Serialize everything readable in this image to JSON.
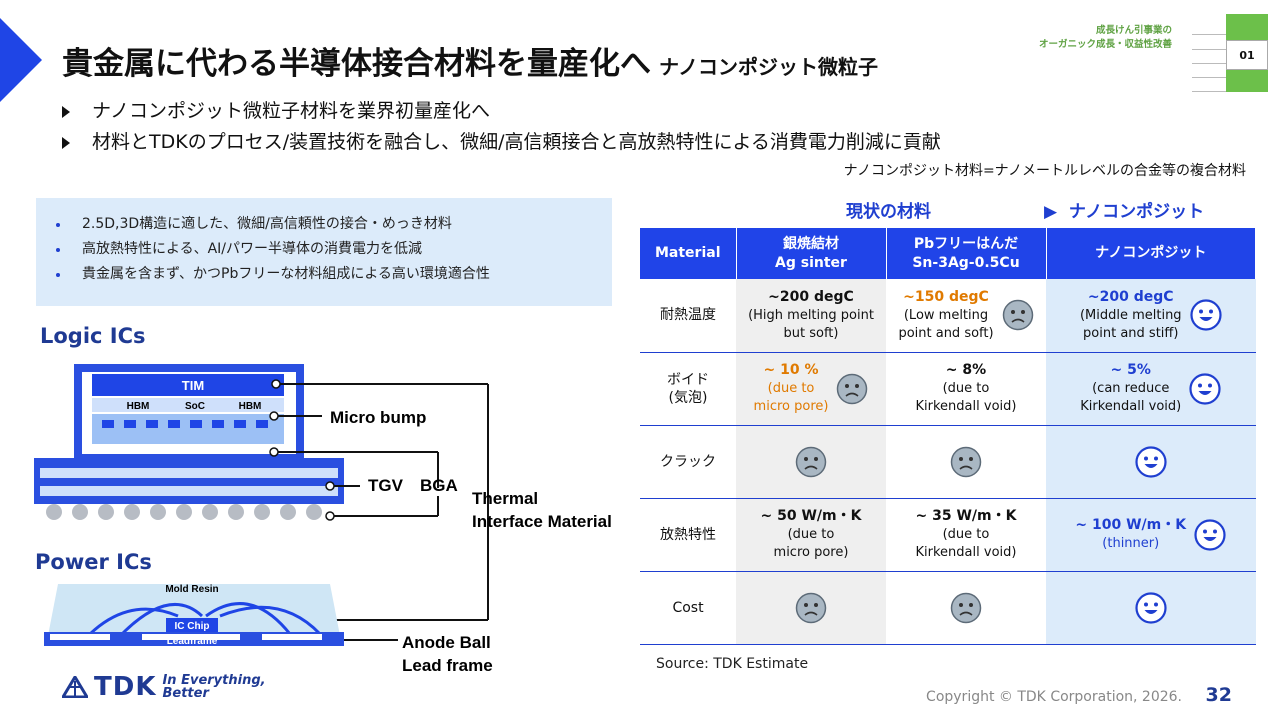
{
  "header": {
    "title": "貴金属に代わる半導体接合材料を量産化へ",
    "subtitle": "ナノコンポジット微粒子",
    "tag_line1": "成長けん引事業の",
    "tag_line2": "オーガニック成長・収益性改善",
    "chapter": "01"
  },
  "bullets": [
    "ナノコンポジット微粒子材料を業界初量産化へ",
    "材料とTDKのプロセス/装置技術を融合し、微細/高信頼接合と高放熱特性による消費電力削減に貢献"
  ],
  "note": "ナノコンポジット材料=ナノメートルレベルの合金等の複合材料",
  "features": [
    "2.5D,3D構造に適した、微細/高信頼性の接合・めっき材料",
    "高放熱特性による、AI/パワー半導体の消費電力を低減",
    "貴金属を含まず、かつPbフリーな材料組成による高い環境適合性"
  ],
  "diagram": {
    "logic_label": "Logic ICs",
    "power_label": "Power ICs",
    "tim": "TIM",
    "hbm1": "HBM",
    "soc": "SoC",
    "hbm2": "HBM",
    "micro_bump": "Micro bump",
    "tgv": "TGV",
    "bga": "BGA",
    "thermal1": "Thermal",
    "thermal2": "Interface Material",
    "mold_resin": "Mold Resin",
    "ic_chip": "IC Chip",
    "leadframe": "Leadframe",
    "anode1": "Anode Ball",
    "anode2": "Lead frame"
  },
  "table": {
    "label_current": "現状の材料",
    "label_new": "ナノコンポジット",
    "headers": {
      "material": "Material",
      "c1_line1": "銀焼結材",
      "c1_line2": "Ag sinter",
      "c2_line1": "Pbフリーはんだ",
      "c2_line2": "Sn-3Ag-0.5Cu",
      "c3": "ナノコンポジット"
    },
    "rows": [
      {
        "label": "耐熱温度",
        "c1": [
          "~200 degC",
          "(High melting point",
          "but soft)"
        ],
        "c2": [
          "~150 degC",
          "(Low melting",
          "point and soft)"
        ],
        "c3": [
          "~200 degC",
          "(Middle melting",
          "point and stiff)"
        ]
      },
      {
        "label1": "ボイド",
        "label2": "(気泡)",
        "c1": [
          "~ 10 %",
          "(due to",
          "micro pore)"
        ],
        "c2": [
          "~ 8%",
          "(due to",
          "Kirkendall void)"
        ],
        "c3": [
          "~ 5%",
          "(can reduce",
          "Kirkendall void)"
        ]
      },
      {
        "label": "クラック"
      },
      {
        "label": "放熱特性",
        "c1": [
          "~ 50 W/m・K",
          "(due to",
          "micro pore)"
        ],
        "c2": [
          "~ 35 W/m・K",
          "(due to",
          "Kirkendall void)"
        ],
        "c3": [
          "~ 100 W/m・K",
          "(thinner)"
        ]
      },
      {
        "label": "Cost"
      }
    ]
  },
  "source": "Source: TDK Estimate",
  "copyright": "Copyright  © TDK Corporation, 2026.",
  "page_number": "32",
  "logo": {
    "word": "TDK",
    "line1": "In Everything,",
    "line2": "Better"
  },
  "colors": {
    "accent": "#1f45e6",
    "header_blue": "#2044e8",
    "light_blue": "#dcebfa",
    "orange": "#e07a00",
    "green": "#6cc04a",
    "face_gray": "#a8b6c2"
  },
  "icons": [
    "sad-face-icon",
    "happy-face-icon",
    "play-triangle-icon",
    "tdk-logo-icon"
  ]
}
